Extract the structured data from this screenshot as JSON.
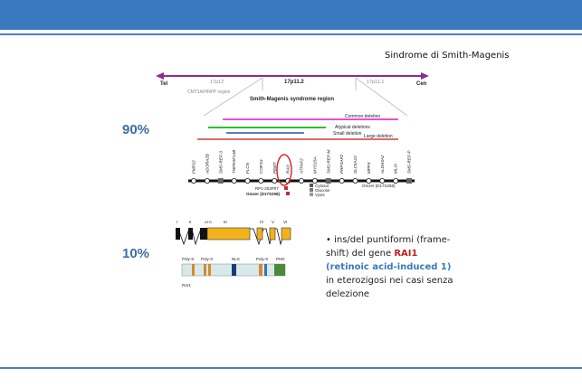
{
  "slide": {
    "title": "Sindrome di Smith-Magenis",
    "percent_deletion": "90%",
    "percent_mutation": "10%"
  },
  "chromosome": {
    "tel_label": "Tel",
    "cen_label": "Cen",
    "band_left": "17p12",
    "band_mid": "17p11.2",
    "band_right": "17p11.1",
    "cmt_label": "CMT1A/HNPP region",
    "sms_region_label": "Smith-Magenis syndrome region",
    "deletions": [
      "Common deletion",
      "Atypical deletions",
      "Small deletion",
      "Large deletion"
    ],
    "genes": [
      "FMP22",
      "ADORA2B",
      "SMS-REP-3",
      "TNFRSF13B",
      "FLCN",
      "COPS3",
      "PEMT",
      "RAI1",
      "ATPAF2",
      "MYO15A",
      "SMS-REP-M",
      "PRPSAP2",
      "SLC5A10",
      "MPP4",
      "ALDH3A2",
      "MLXI",
      "SMS-REP-P"
    ],
    "markers": [
      "RP1-253P07",
      "Omzer (D17S258)",
      "Omzer (D17S258)"
    ],
    "legend": [
      "Cytosol",
      "Glucose",
      "Vysis"
    ]
  },
  "rai1": {
    "exon_labels": [
      "I",
      "II",
      "ATG",
      "III",
      "IV",
      "V",
      "VI"
    ],
    "domain_labels": [
      "Poly-S",
      "Poly-S",
      "NLS",
      "Poly-S",
      "PHD"
    ],
    "protein_label": "RAI1"
  },
  "bullet": {
    "prefix": "ins/del puntiformi (frame-shift) del gene ",
    "gene": "RAI1",
    "gene_desc": "(retinoic acid-induced 1)",
    "suffix": " in eterozigosi nei casi senza delezione"
  },
  "colors": {
    "topbar": "#3a78bf",
    "accent_text": "#3d6fa8",
    "chromosome_line": "#8e2b8e",
    "common_deletion": "#e64fd8",
    "atypical_deletion": "#2fbf2f",
    "small_deletion": "#2d4fb0",
    "large_deletion": "#d23c3c",
    "exon_fill": "#f2b21a",
    "gene_circle": "#d62020"
  }
}
